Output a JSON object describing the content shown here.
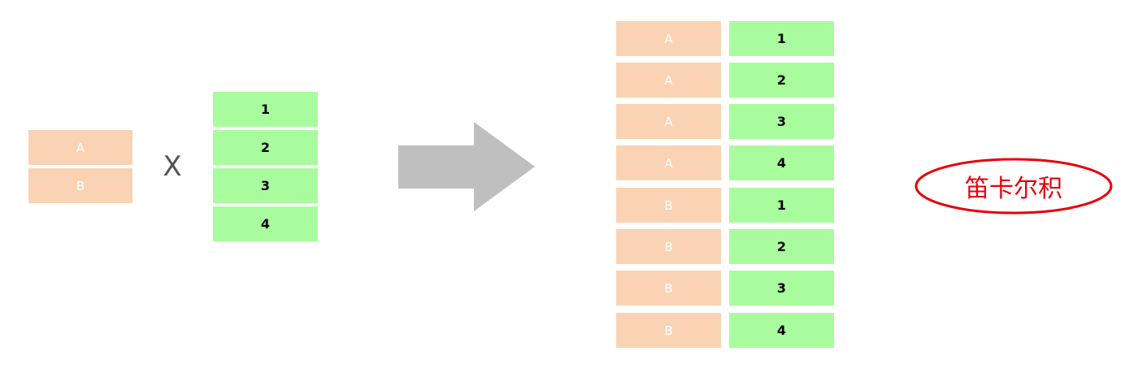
{
  "set_a": [
    "A",
    "B"
  ],
  "operator": "X",
  "set_b": [
    "1",
    "2",
    "3",
    "4"
  ],
  "product": [
    [
      "A",
      "1"
    ],
    [
      "A",
      "2"
    ],
    [
      "A",
      "3"
    ],
    [
      "A",
      "4"
    ],
    [
      "B",
      "1"
    ],
    [
      "B",
      "2"
    ],
    [
      "B",
      "3"
    ],
    [
      "B",
      "4"
    ]
  ],
  "label": "笛卡尔积",
  "colors": {
    "letter_fill": "#f9d3b4",
    "number_fill": "#a9fc9d",
    "arrow_fill": "#bfbfbf",
    "label_red": "#e8000b"
  }
}
